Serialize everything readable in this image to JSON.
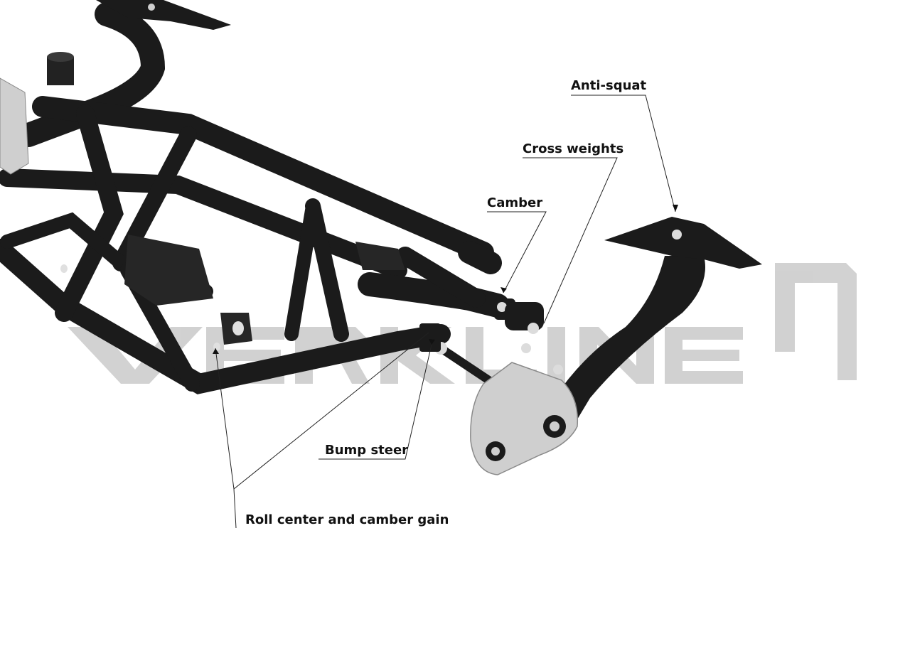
{
  "watermark": {
    "text": "VERKLINE",
    "color": "#c9c9c9"
  },
  "callouts": {
    "anti_squat": "Anti-squat",
    "cross_weights": "Cross weights",
    "camber": "Camber",
    "bump_steer": "Bump steer",
    "roll_center": "Roll center and camber gain"
  },
  "colors": {
    "frame": "#1b1b1b",
    "frame_highlight": "#3a3a3a",
    "metal": "#cfcfcf",
    "leader": "#222222"
  }
}
